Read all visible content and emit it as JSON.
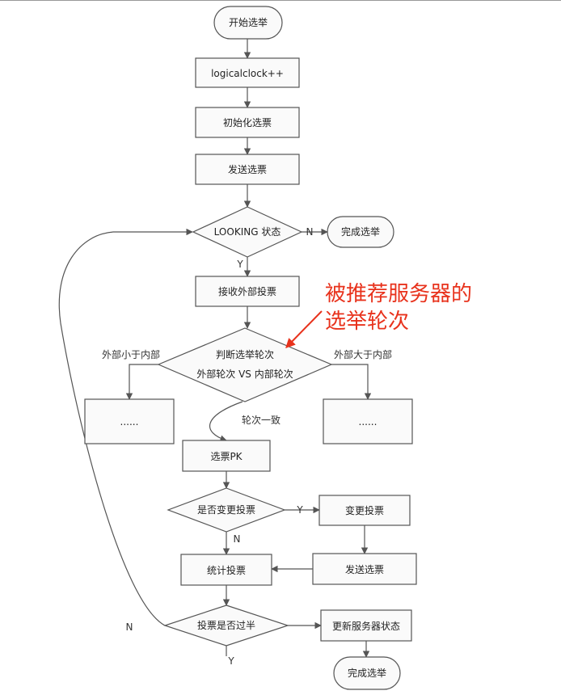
{
  "nodes": {
    "start": "开始选举",
    "clock": "logicalclock++",
    "init_vote": "初始化选票",
    "send_vote": "发送选票",
    "looking": "LOOKING 状态",
    "done_top": "完成选举",
    "recv": "接收外部投票",
    "judge_line1": "判断选举轮次",
    "judge_line2": "外部轮次 VS 内部轮次",
    "left_box": "......",
    "right_box": "......",
    "pk": "选票PK",
    "change_q": "是否变更投票",
    "change": "变更投票",
    "count": "统计投票",
    "send_vote2": "发送选票",
    "half_q": "投票是否过半",
    "update": "更新服务器状态",
    "done_bottom": "完成选举"
  },
  "edges": {
    "looking_no": "N",
    "looking_yes": "Y",
    "ext_less": "外部小于内部",
    "ext_greater": "外部大于内部",
    "round_equal": "轮次一致",
    "change_yes": "Y",
    "change_no": "N",
    "half_no": "N",
    "half_yes": "Y"
  },
  "annotation": {
    "line1": "被推荐服务器的",
    "line2": "选举轮次",
    "color": "#e8321c"
  }
}
